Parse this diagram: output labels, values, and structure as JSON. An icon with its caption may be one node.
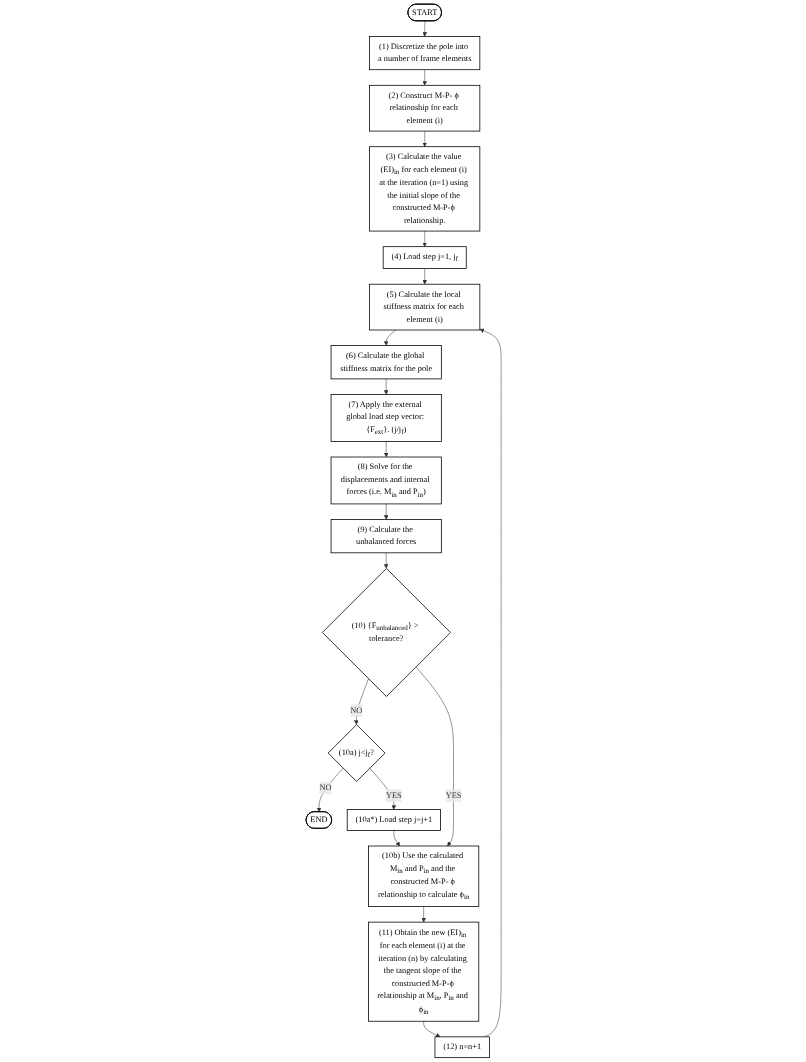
{
  "diagram": {
    "nodes": [
      {
        "text": [
          "START"
        ]
      },
      {
        "text": [
          "(1) Discretize the pole into a number of frame elements"
        ]
      },
      {
        "text": [
          "(2) Construct M-P- ϕ relationship for each element (i)"
        ]
      },
      {
        "text": [
          "(3) Calculate the value (EI)$_{in}$ for each element (i) at the iteration (n=1) using the initial slope of the constructed M-P-ϕ relationship."
        ]
      },
      {
        "text": [
          "(4) Load step j=1, j$_{f}$"
        ]
      },
      {
        "text": [
          "(5) Calculate the local stiffness matrix for each element (i)"
        ]
      },
      {
        "text": [
          "(6) Calculate the global stiffness matrix for the pole"
        ]
      },
      {
        "text": [
          "(7) Apply the external global load step vector: {F$_{ext}$}. (j/j$_{f}$)"
        ]
      },
      {
        "text": [
          "(8) Solve for the displacements and internal forces (i.e. M$_{in}$ and P$_{in}$)"
        ]
      },
      {
        "text": [
          "(9) Calculate the unbalanced forces"
        ]
      },
      {
        "text": [
          "(10) {F$_{unbalanced}$} > tolerance?"
        ]
      },
      {
        "text": [
          "(10a) j<j$_{f}$?"
        ]
      },
      {
        "text": [
          "END"
        ]
      },
      {
        "text": [
          "(10a*) Load step j=j+1"
        ]
      },
      {
        "text": [
          "(10b) Use the calculated M$_{in}$ and P$_{in}$ and the constructed M-P- ϕ relationship to calculate ϕ$_{in}$"
        ]
      },
      {
        "text": [
          "(11) Obtain the new (EI)$_{in}$ for each element (i) at the iteration (n) by calculating the tangent slope of the constructed M-P-ϕ relationship at M$_{in}$, P$_{in}$ and ϕ$_{in}$"
        ]
      },
      {
        "text": [
          "(12) n=n+1"
        ]
      }
    ],
    "edges": [
      {
        "from": 0,
        "to": 1,
        "arrow": "to"
      },
      {
        "from": 1,
        "to": 2,
        "arrow": "to"
      },
      {
        "from": 2,
        "to": 3,
        "arrow": "to"
      },
      {
        "from": 3,
        "to": 4,
        "arrow": "to"
      },
      {
        "from": 4,
        "to": 5,
        "arrow": "to"
      },
      {
        "from": 5,
        "to": 6,
        "arrow": "to"
      },
      {
        "from": 6,
        "to": 7,
        "arrow": "to"
      },
      {
        "from": 7,
        "to": 8,
        "arrow": "to"
      },
      {
        "from": 8,
        "to": 9,
        "arrow": "to"
      },
      {
        "from": 9,
        "to": 10,
        "arrow": "to"
      },
      {
        "from": 10,
        "to": 11,
        "arrow": "to",
        "label": "NO"
      },
      {
        "from": 11,
        "to": 12,
        "arrow": "to",
        "label": "NO"
      },
      {
        "from": 11,
        "to": 13,
        "arrow": "to",
        "label": "YES"
      },
      {
        "from": 13,
        "to": 14,
        "arrow": "to"
      },
      {
        "from": 10,
        "to": 14,
        "arrow": "to",
        "label": "YES"
      },
      {
        "from": 14,
        "to": 15,
        "arrow": "to"
      },
      {
        "from": 15,
        "to": 16,
        "arrow": "to"
      },
      {
        "from": 16,
        "to": 5,
        "arrow": "to"
      }
    ]
  }
}
